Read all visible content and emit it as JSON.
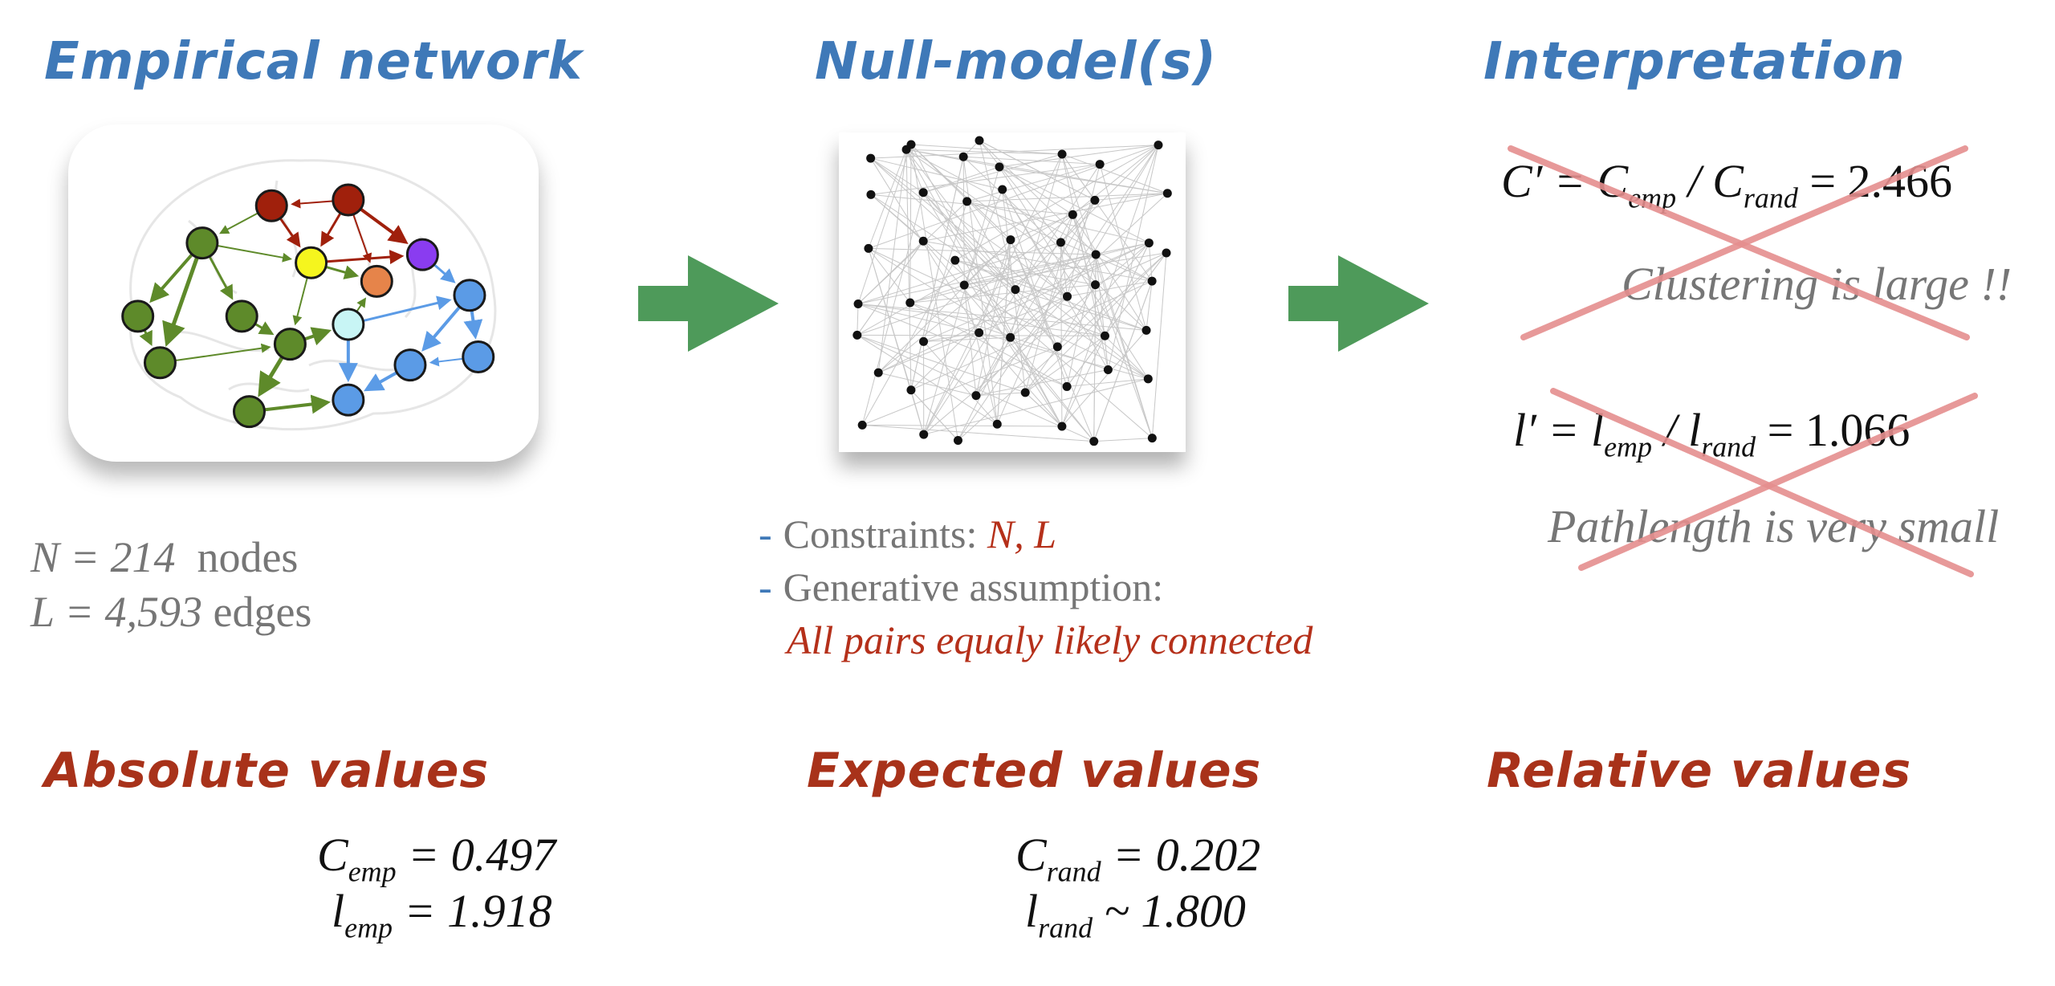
{
  "headings": {
    "empirical": "Empirical network",
    "null_model": "Null-model(s)",
    "interpretation": "Interpretation",
    "absolute": "Absolute values",
    "expected": "Expected values",
    "relative": "Relative values"
  },
  "empirical_stats": {
    "n_expr": "N = 214",
    "n_unit": "nodes",
    "l_expr": "L = 4,593",
    "l_unit": "edges"
  },
  "null_model": {
    "constraints_label": "Constraints:",
    "constraints_value": "N, L",
    "assumption_label": "Generative assumption:",
    "assumption_value": "All pairs equaly likely connected"
  },
  "interpretation": {
    "c_prime_lhs": "C′ = C",
    "c_prime_sub1": "emp",
    "c_prime_mid": " / C",
    "c_prime_sub2": "rand",
    "c_prime_value": " = 2.466",
    "clustering_note": "Clustering is large !!",
    "l_prime_lhs": "l′ = l",
    "l_prime_sub1": "emp",
    "l_prime_mid": " / l",
    "l_prime_sub2": "rand",
    "l_prime_value": " = 1.066",
    "pathlength_note": "Pathlength is very small"
  },
  "absolute_values": {
    "c_sym": "C",
    "c_sub": "emp",
    "c_val": " = 0.497",
    "l_sym": "l",
    "l_sub": "emp",
    "l_val": " = 1.918"
  },
  "expected_values": {
    "c_sym": "C",
    "c_sub": "rand",
    "c_val": " = 0.202",
    "l_sym": "l",
    "l_sub": "rand",
    "l_val": " ~ 1.800"
  },
  "colors": {
    "heading_blue": "#3f79b8",
    "heading_rust": "#a8321a",
    "arrow_green": "#4e9a5a",
    "strike_pink": "#e58e8e",
    "node_green": "#5e8a2a",
    "node_red": "#a0200c",
    "node_blue": "#5b9be6",
    "node_yellow": "#f5f51e",
    "node_orange": "#e6844a",
    "node_purple": "#8a3cf0",
    "node_cyan": "#c8f5f5"
  }
}
